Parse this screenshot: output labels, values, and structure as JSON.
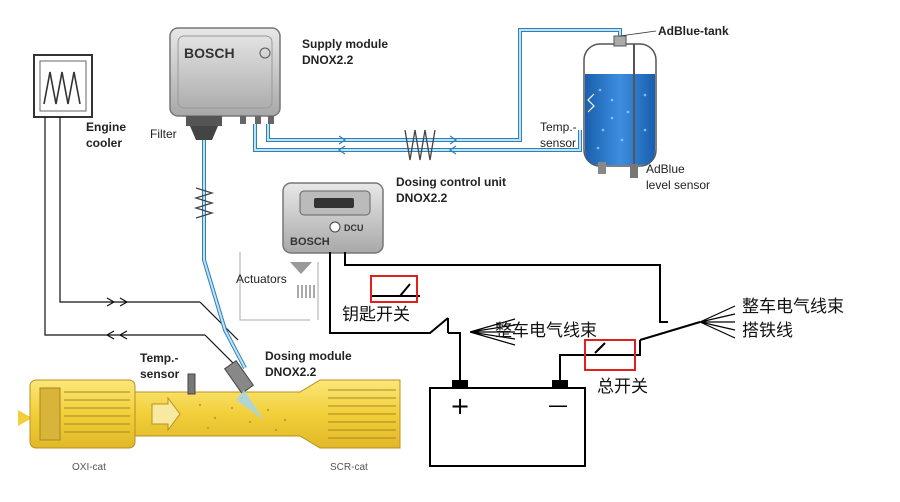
{
  "labels": {
    "engine_cooler": [
      "Engine",
      "cooler"
    ],
    "filter": "Filter",
    "supply_module": [
      "Supply module",
      "DNOX2.2"
    ],
    "adblue_tank": "AdBlue-tank",
    "temp_sensor_tank": [
      "Temp.-",
      "sensor"
    ],
    "adblue_level_sensor": [
      "AdBlue",
      "level sensor"
    ],
    "dosing_control_unit": [
      "Dosing control unit",
      "DNOX2.2"
    ],
    "actuators": "Actuators",
    "dosing_module": [
      "Dosing module",
      "DNOX2.2"
    ],
    "temp_sensor_exhaust": [
      "Temp.-",
      "sensor"
    ],
    "oxi_cat": "OXI-cat",
    "scr_cat": "SCR-cat",
    "bosch_brand": "BOSCH",
    "dcu_badge": "DCU"
  },
  "wiring": {
    "key_switch": "钥匙开关",
    "harness_center": "整车电气线束",
    "harness_right": [
      "整车电气线束",
      "搭铁线"
    ],
    "main_switch": "总开关",
    "battery_plus": "+",
    "battery_minus": "—"
  },
  "colors": {
    "coolant_tube": "#2f7fb8",
    "adblue_fill": "#1f6fc0",
    "exhaust_body": "#f3d64a",
    "highlight_box": "#e0201c",
    "wire": "#000000"
  }
}
